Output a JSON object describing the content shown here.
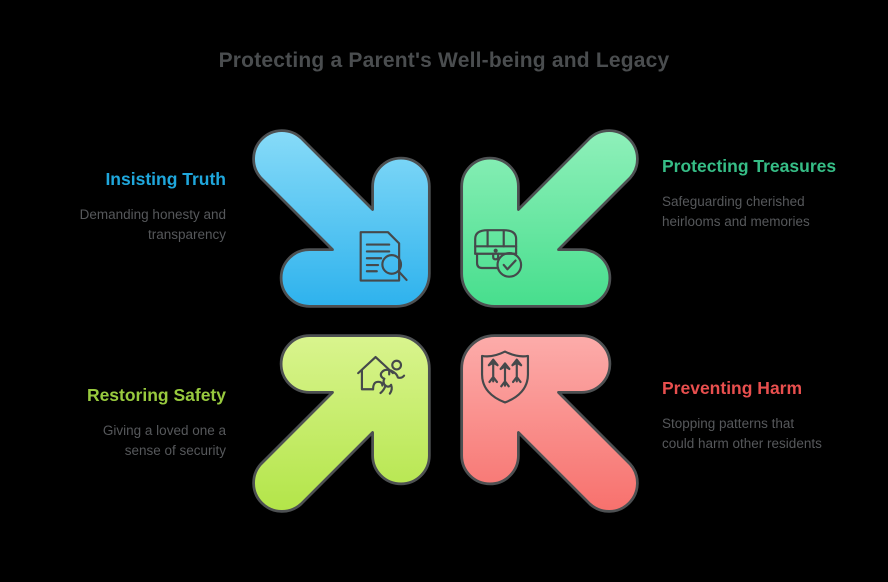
{
  "title": {
    "text": "Protecting a Parent's Well-being and Legacy",
    "color": "#4A4D4F"
  },
  "colors": {
    "background": "#000000",
    "body_text": "#56585B",
    "arrow_outline": "#4D5052",
    "icon_stroke": "#45494B"
  },
  "quadrants": [
    {
      "heading": "Insisting Truth",
      "heading_color": "#1FA7DC",
      "description": "Demanding honesty and transparency",
      "icon": "document-search-icon",
      "arrow_direction": "down-right",
      "gradient": [
        "#87DBF8",
        "#2EB2ED"
      ]
    },
    {
      "heading": "Protecting Treasures",
      "heading_color": "#36BD86",
      "description": "Safeguarding cherished heirlooms and memories",
      "icon": "treasure-chest-check-icon",
      "arrow_direction": "down-left",
      "gradient": [
        "#8FF0BA",
        "#47DE8D"
      ]
    },
    {
      "heading": "Restoring Safety",
      "heading_color": "#98CA3E",
      "description": "Giving a loved one a sense of security",
      "icon": "house-person-icon",
      "arrow_direction": "up-right",
      "gradient": [
        "#D9F48E",
        "#B3E549"
      ]
    },
    {
      "heading": "Preventing Harm",
      "heading_color": "#E84F4E",
      "description": "Stopping patterns that could harm other residents",
      "icon": "shield-arrows-icon",
      "arrow_direction": "up-left",
      "gradient": [
        "#FCACAA",
        "#F7716D"
      ]
    }
  ]
}
